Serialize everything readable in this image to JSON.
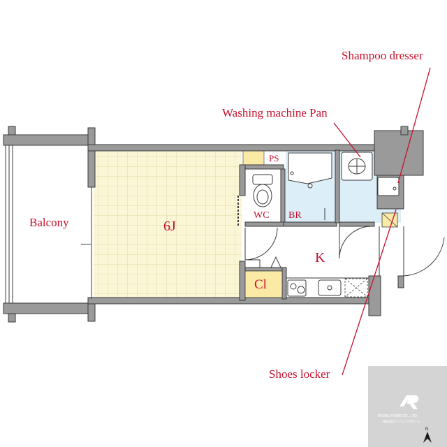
{
  "labels": {
    "shampoo_dresser": "Shampoo dresser",
    "washing_machine_pan": "Washing machine Pan",
    "ps": "PS",
    "wc": "WC",
    "br": "BR",
    "room_6j": "6J",
    "balcony": "Balcony",
    "kitchen": "K",
    "closet": "Cl",
    "shoes_locker": "Shoes locker"
  },
  "watermark": {
    "company": "RISING HOME CO., LTD.",
    "company_sub": "株式会社ライジングホーム"
  },
  "colors": {
    "wall": "#9a9a9a",
    "wall_edge": "#3a3a3a",
    "floor_wood": "#fbf6d6",
    "floor_grid": "#e2d9a6",
    "wet_area": "#dceff9",
    "storage": "#fbeaa6",
    "label_red": "#c8102e",
    "watermark_bg": "#d4d4d4"
  }
}
